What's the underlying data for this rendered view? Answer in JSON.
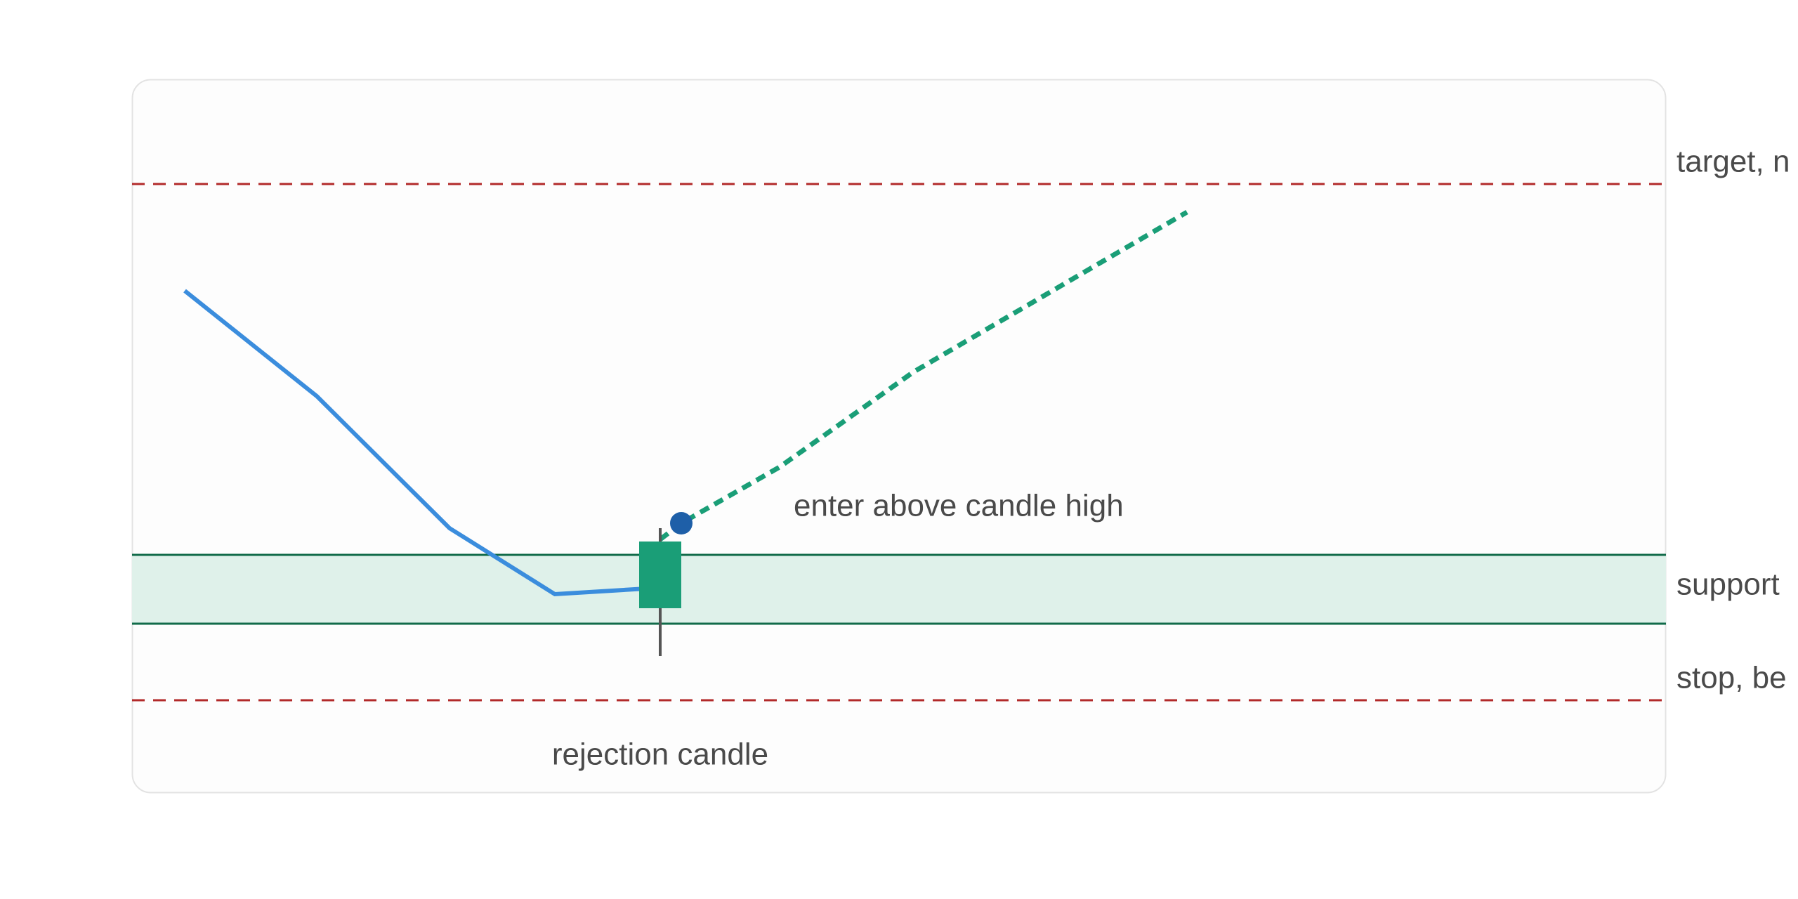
{
  "diagram": {
    "levels": {
      "target_label": "target, n",
      "support_label": "support",
      "stop_label": "stop, be"
    },
    "annotations": {
      "entry_label": "enter above candle high",
      "candle_label": "rejection candle"
    }
  },
  "colors": {
    "price_line": "#3b8ddd",
    "projection": "#1a9e77",
    "candle_body": "#1a9e77",
    "candle_wick": "#555555",
    "entry_marker": "#1e5fa8",
    "support_fill": "#dff1ea",
    "support_edge": "#116b49",
    "level_dash": "#b22a2a",
    "frame_border": "#e3e3e3",
    "label_text": "#4a4a4a"
  }
}
